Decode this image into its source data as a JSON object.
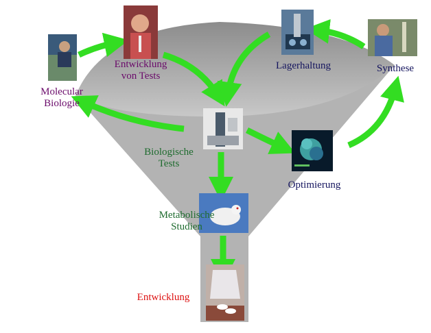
{
  "colors": {
    "funnel": "#b3b3b3",
    "funnel_dark": "#9a9a9a",
    "arrow": "#33dd22",
    "arrow_edge": "#1a9a12",
    "purple": "#6a0a6a",
    "navy": "#14145e",
    "green_text": "#1e6b2e",
    "red": "#dd1111"
  },
  "labels": {
    "molecular": "Molecular\nBiologie",
    "tests_dev": "Entwicklung\nvon Tests",
    "storage": "Lagerhaltung",
    "synthesis": "Synthese",
    "bio_tests": "Biologische\nTests",
    "optimization": "Optimierung",
    "metabolic": "Metabolische\nStudien",
    "development": "Entwicklung"
  },
  "photos": {
    "molecular": "scientist-at-bench",
    "tests_dev": "girl-with-test-tubes",
    "storage": "lab-automation",
    "synthesis": "chemist-in-lab",
    "bio_tests": "screening-robot",
    "optimization": "protein-structure",
    "metabolic": "lab-rat",
    "development": "pills-and-bottle"
  }
}
